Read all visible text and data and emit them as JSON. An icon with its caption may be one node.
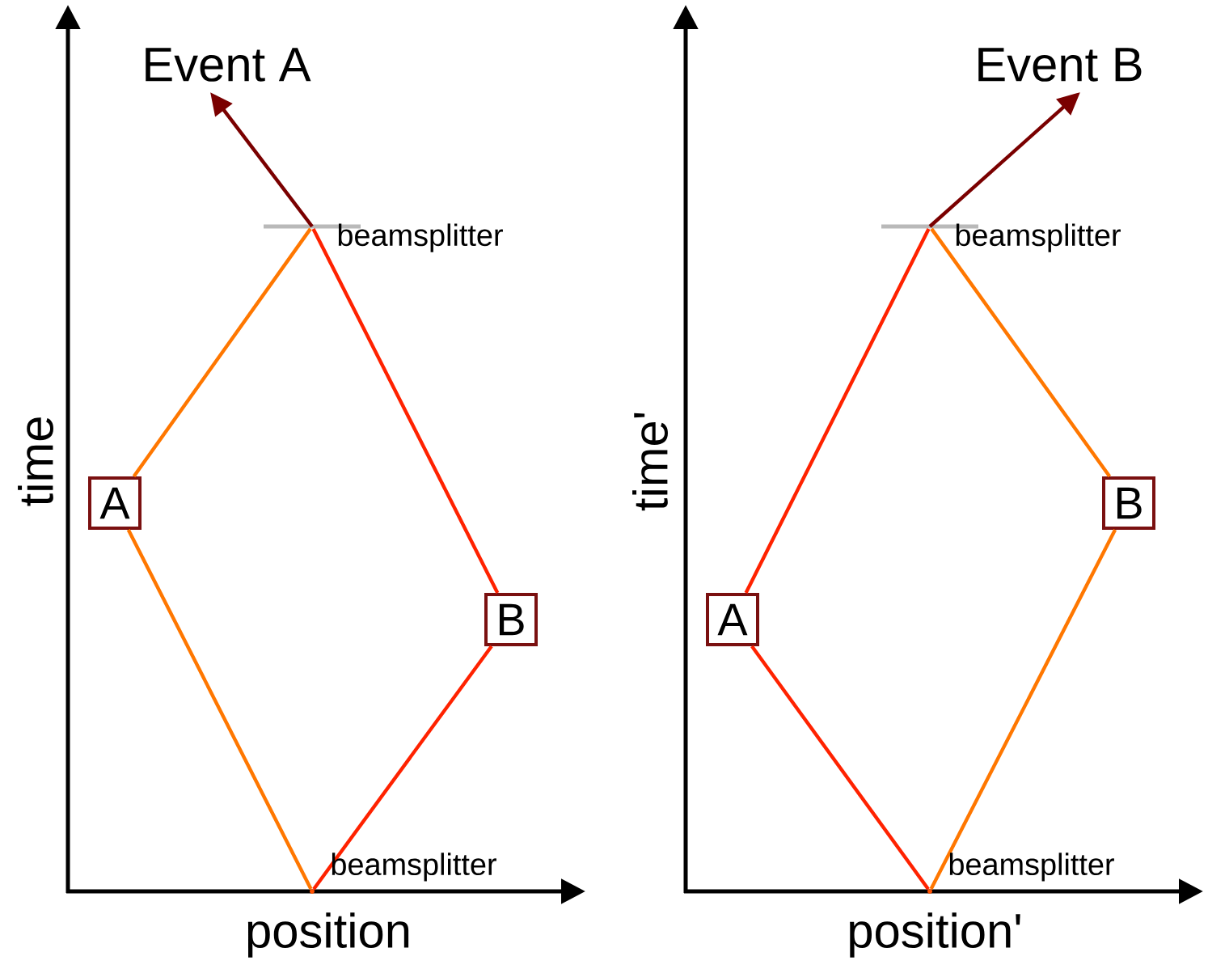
{
  "diagram": {
    "nodes": [
      {
        "text": [
          "Event A"
        ]
      },
      {
        "text": [],
        "shape": "bar",
        "beside": [
          "beamsplitter"
        ]
      },
      {
        "text": [
          "A"
        ]
      },
      {
        "text": [
          "B"
        ]
      },
      {
        "text": [],
        "shape": "point",
        "beside": [
          "beamsplitter"
        ]
      },
      {
        "text": [
          "Event B"
        ]
      },
      {
        "text": [],
        "shape": "bar",
        "beside": [
          "beamsplitter"
        ]
      },
      {
        "text": [
          "A"
        ]
      },
      {
        "text": [
          "B"
        ]
      },
      {
        "text": [],
        "shape": "point",
        "beside": [
          "beamsplitter"
        ]
      }
    ],
    "edges": [
      {
        "from": 4,
        "to": 2,
        "arrow": "none",
        "color": "#ff7700"
      },
      {
        "from": 2,
        "to": 1,
        "arrow": "none",
        "color": "#ff7700"
      },
      {
        "from": 4,
        "to": 3,
        "arrow": "none",
        "color": "#ff2200"
      },
      {
        "from": 3,
        "to": 1,
        "arrow": "none",
        "color": "#ff2200"
      },
      {
        "from": 1,
        "to": 0,
        "arrow": "to",
        "color": "#7a0000"
      },
      {
        "from": 9,
        "to": 7,
        "arrow": "none",
        "color": "#ff2200"
      },
      {
        "from": 7,
        "to": 6,
        "arrow": "none",
        "color": "#ff2200"
      },
      {
        "from": 9,
        "to": 8,
        "arrow": "none",
        "color": "#ff7700"
      },
      {
        "from": 8,
        "to": 6,
        "arrow": "none",
        "color": "#ff7700"
      },
      {
        "from": 6,
        "to": 5,
        "arrow": "to",
        "color": "#7a0000"
      }
    ],
    "labels": [
      "time",
      "position",
      "time'",
      "position'"
    ]
  }
}
